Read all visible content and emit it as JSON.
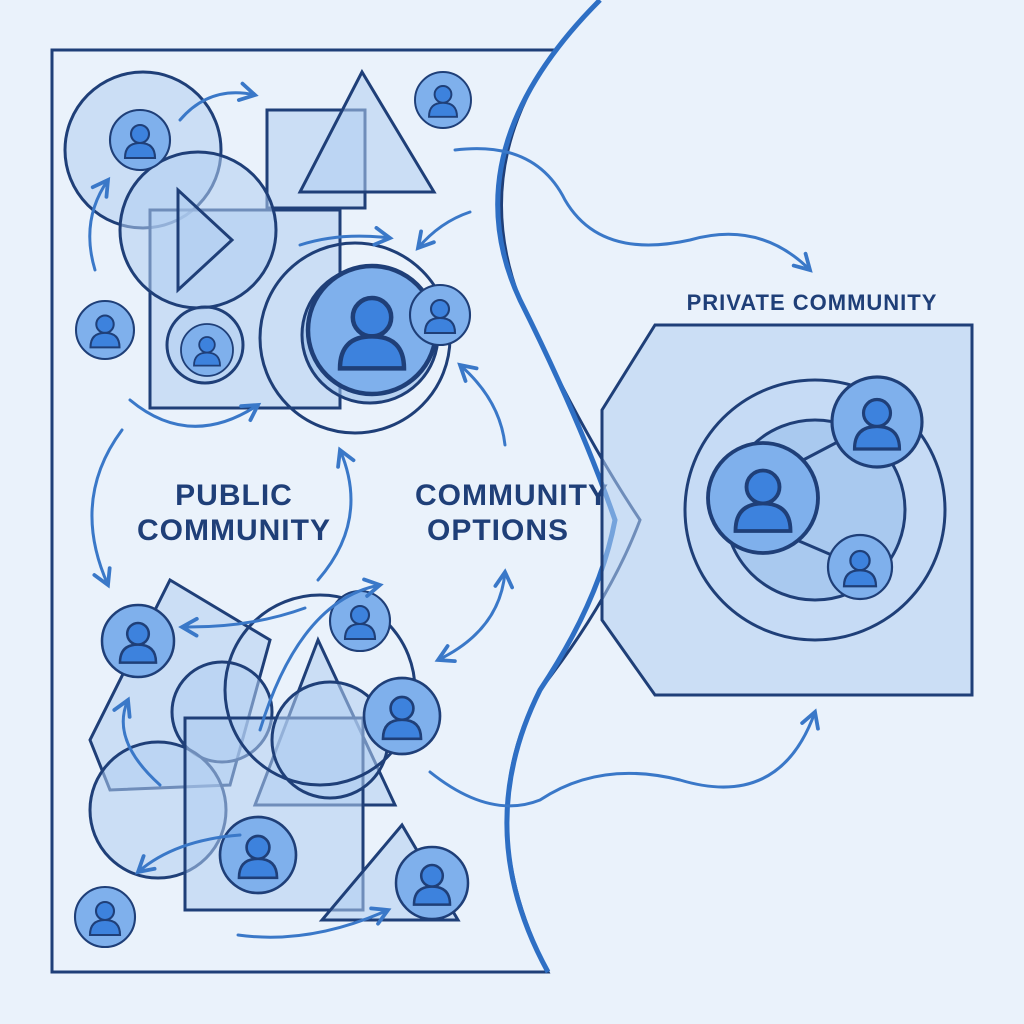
{
  "labels": {
    "public_line1": "PUBLIC",
    "public_line2": "COMMUNITY",
    "options_line1": "COMMUNITY",
    "options_line2": "OPTIONS",
    "private": "PRIVATE COMMUNITY"
  },
  "icons": {
    "user": "user-avatar-icon",
    "connection": "connection-arrow"
  },
  "colors": {
    "background": "#eaf2fb",
    "outline": "#1f3f78",
    "fill_light": "#b0cdf0",
    "accent": "#3a78c8",
    "avatar": "#3d82dd"
  }
}
